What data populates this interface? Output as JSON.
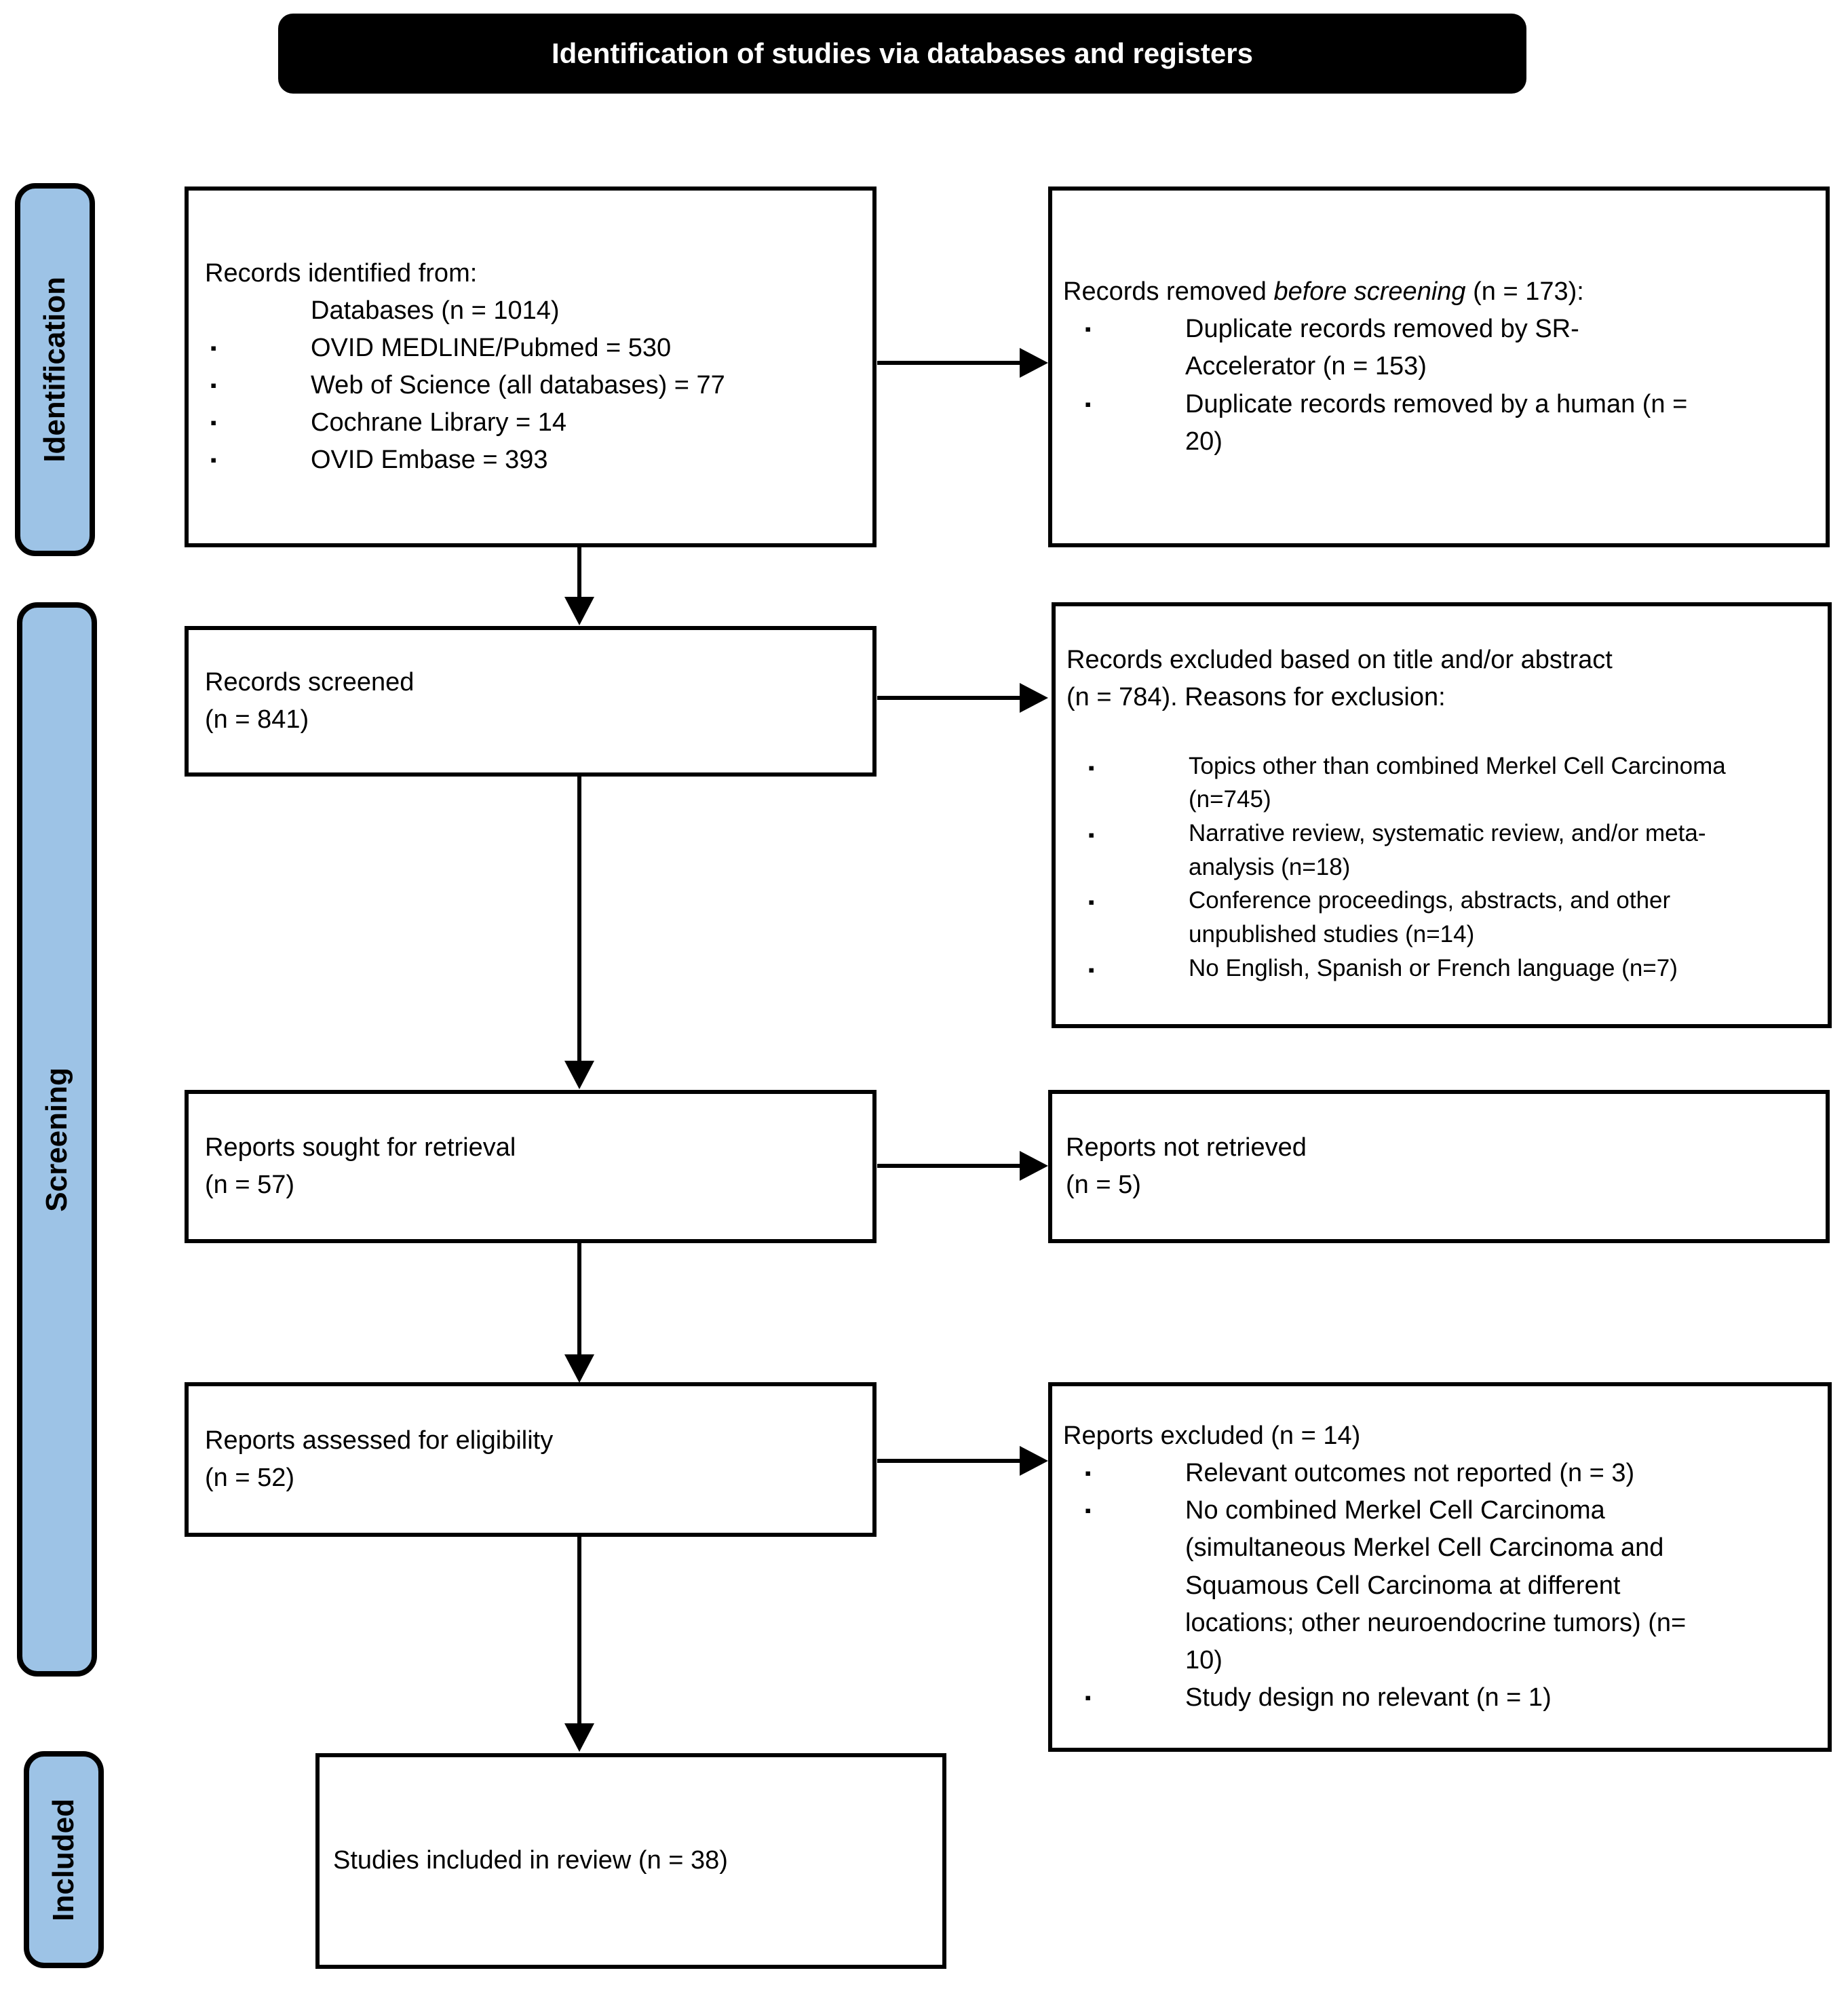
{
  "title": "Identification of studies via databases and registers",
  "colors": {
    "sidebar_fill": "#9DC3E6",
    "title_bg": "#000000",
    "title_fg": "#FFFFFF",
    "box_border": "#000000"
  },
  "icons": {
    "square_bullet": "▪"
  },
  "sidebar": {
    "identification": "Identification",
    "screening": "Screening",
    "included": "Included"
  },
  "boxes": {
    "records_identified": {
      "heading": "Records identified from:",
      "subline": "Databases (n = 1014)",
      "bullets": [
        "OVID MEDLINE/Pubmed = 530",
        "Web of Science (all databases) = 77",
        "Cochrane Library = 14",
        "OVID Embase = 393"
      ]
    },
    "records_removed": {
      "prefix": "Records removed ",
      "italic": "before screening",
      "suffix": " (n = 173):",
      "bullets": [
        "Duplicate records removed by SR-\nAccelerator (n = 153)",
        "Duplicate records removed by a human (n =\n20)"
      ]
    },
    "records_screened": {
      "text": "Records screened\n(n = 841)"
    },
    "records_excluded": {
      "heading": "Records excluded based on title and/or abstract\n(n = 784). Reasons for exclusion:",
      "bullets": [
        "Topics other than combined Merkel Cell Carcinoma\n(n=745)",
        "Narrative review, systematic review, and/or meta-\nanalysis (n=18)",
        "Conference proceedings, abstracts, and other\nunpublished studies (n=14)",
        "No English, Spanish or French language (n=7)"
      ]
    },
    "reports_sought": {
      "text": "Reports sought for retrieval\n(n = 57)"
    },
    "reports_not_retrieved": {
      "text": "Reports not retrieved\n(n = 5)"
    },
    "reports_assessed": {
      "text": "Reports assessed for eligibility\n(n = 52)"
    },
    "reports_excluded": {
      "heading": "Reports excluded (n = 14)",
      "bullets": [
        "Relevant outcomes not reported (n = 3)",
        "No combined Merkel Cell Carcinoma\n(simultaneous Merkel Cell Carcinoma and\nSquamous Cell Carcinoma at different\nlocations; other neuroendocrine tumors) (n=\n10)",
        "Study design no relevant (n = 1)"
      ]
    },
    "studies_included": {
      "text": "Studies included in review (n = 38)"
    }
  }
}
